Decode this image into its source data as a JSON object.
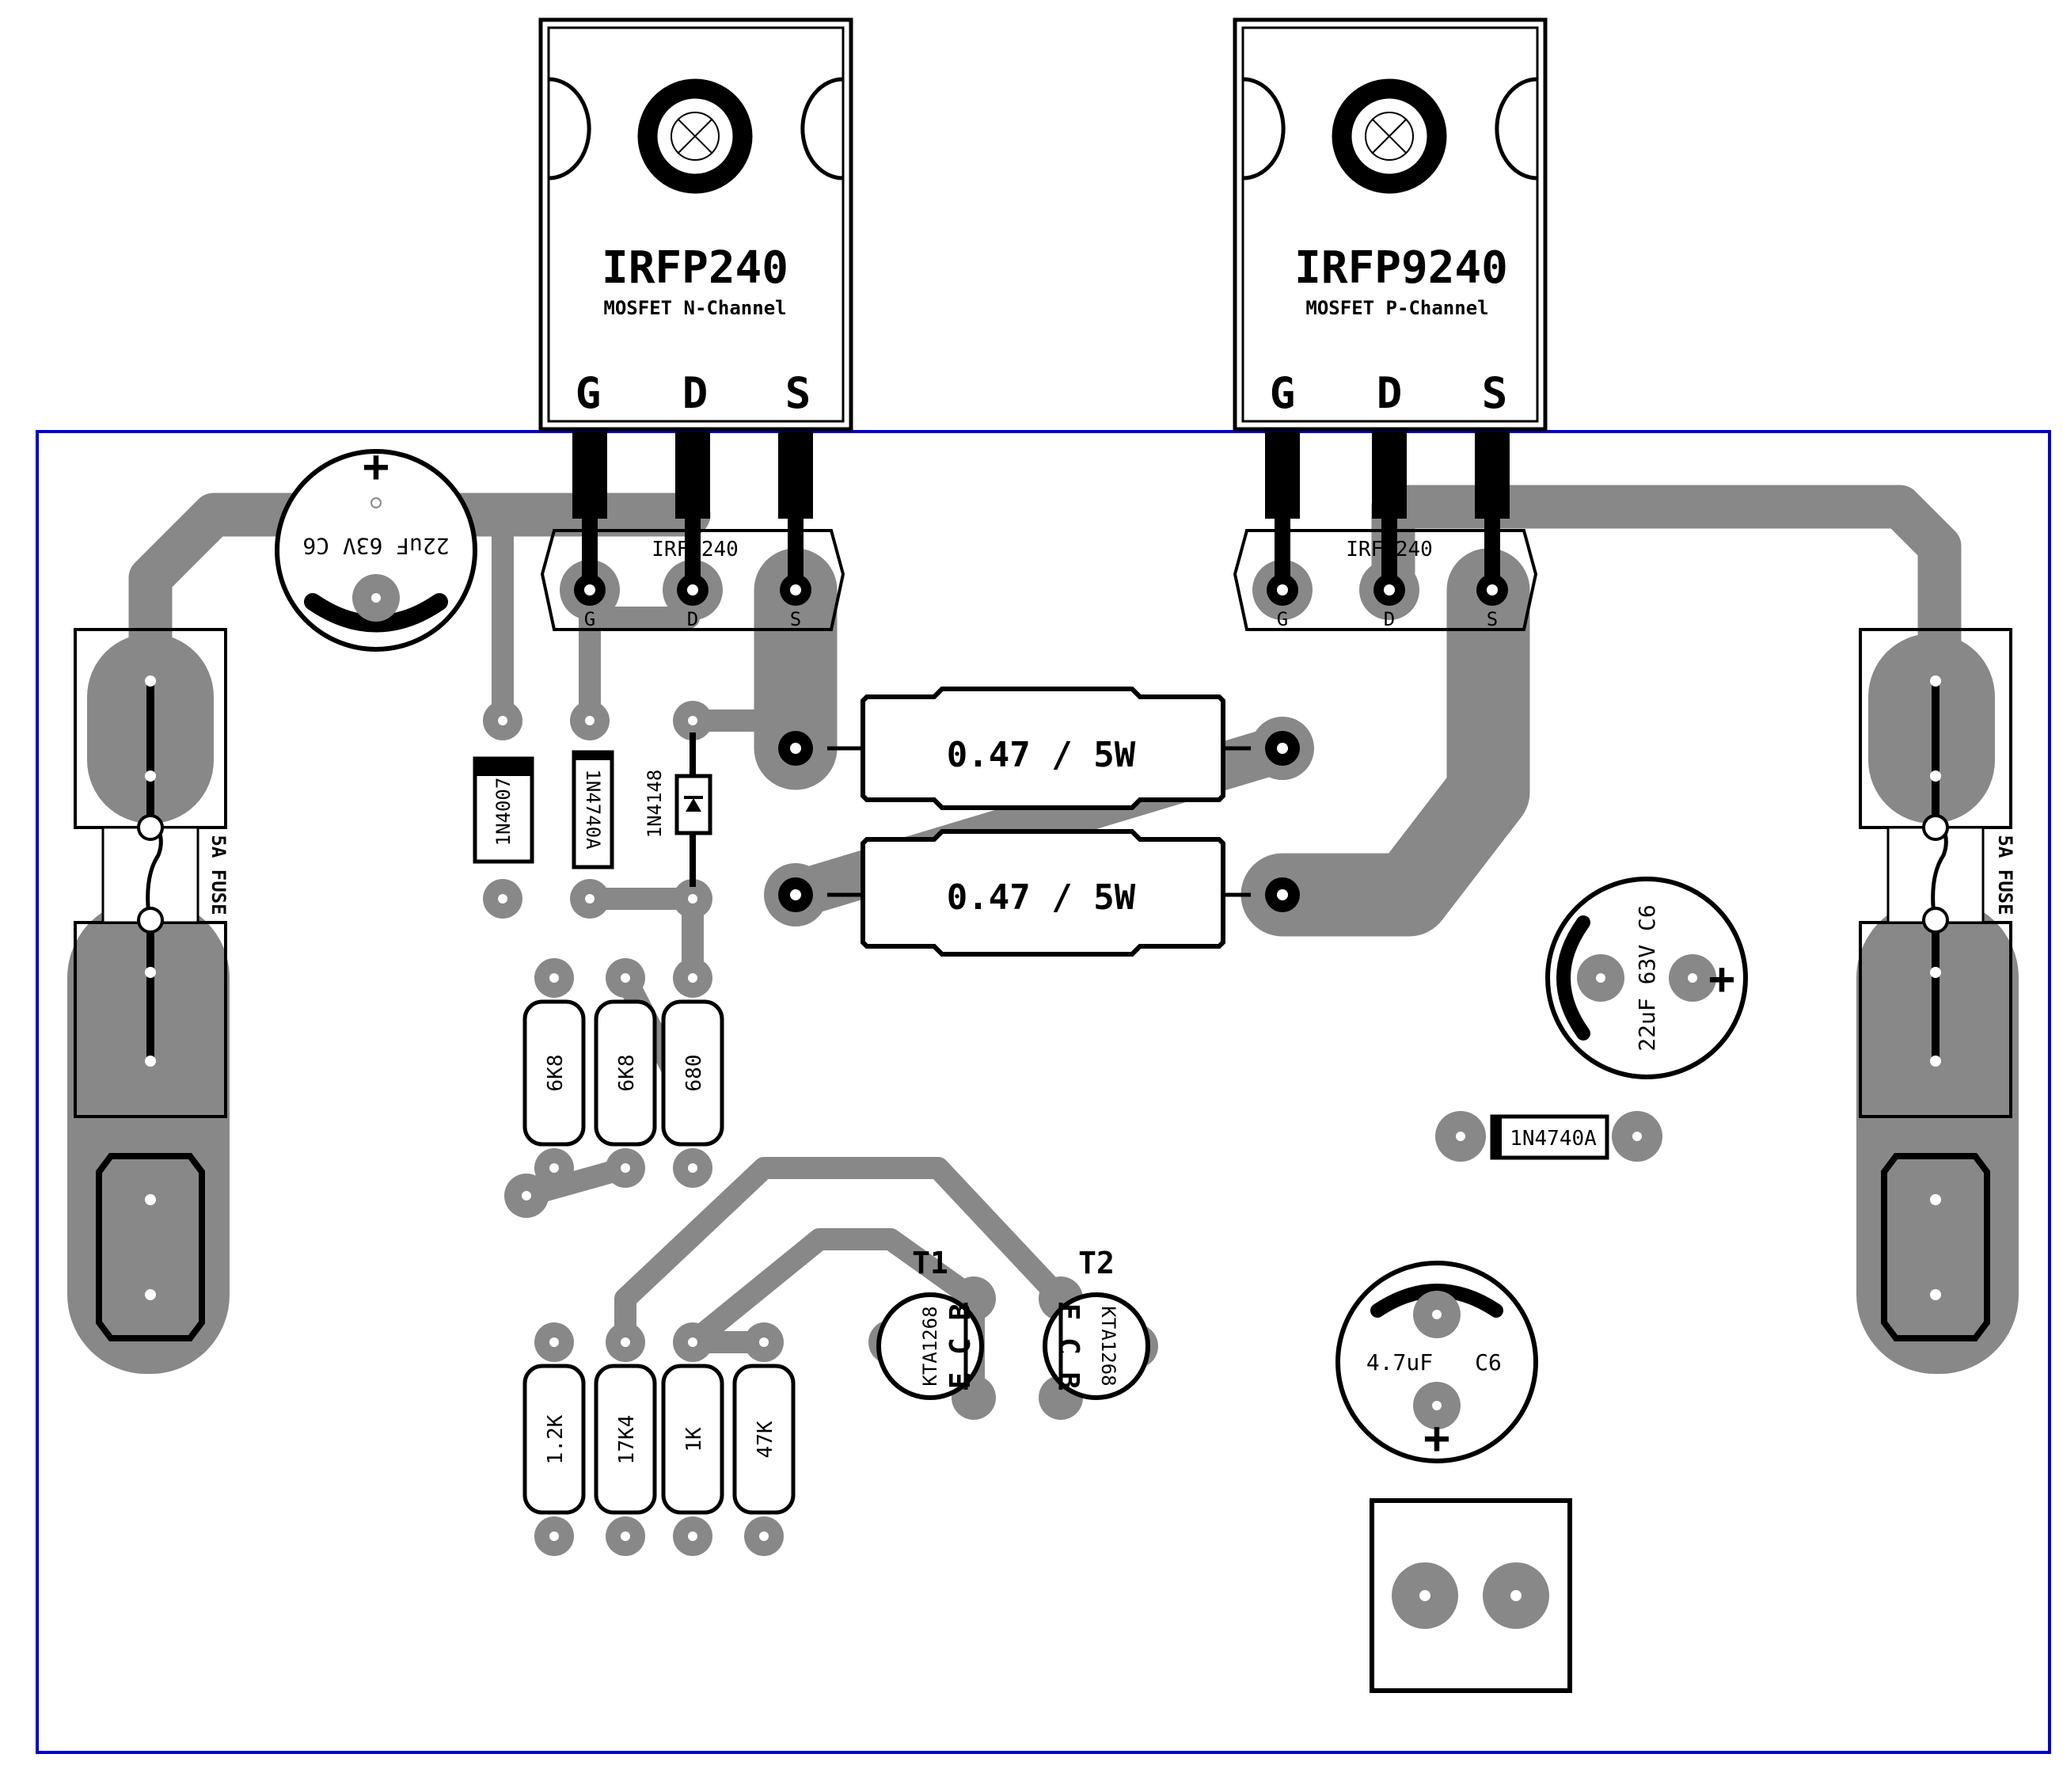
{
  "colors": {
    "board_outline": "#0000cc",
    "trace": "#888888",
    "ink": "#000000",
    "background": "#ffffff"
  },
  "mosfets": [
    {
      "part": "IRFP240",
      "desc": "MOSFET N-Channel",
      "pins": [
        "G",
        "D",
        "S"
      ],
      "footprint": "IRFP240"
    },
    {
      "part": "IRFP9240",
      "desc": "MOSFET P-Channel",
      "pins": [
        "G",
        "D",
        "S"
      ],
      "footprint": "IRFP240"
    }
  ],
  "power_resistors": [
    "0.47 / 5W",
    "0.47 / 5W"
  ],
  "caps": {
    "c_top_left": "22uF 63V C6",
    "c_right": "22uF 63V C6",
    "c_bottom": {
      "value": "4.7uF",
      "ref": "C6"
    }
  },
  "diodes": [
    "1N4007",
    "1N4740A",
    "1N4148",
    "1N4740A"
  ],
  "resistors_mid": [
    "6K8",
    "6K8",
    "680"
  ],
  "resistors_bottom": [
    "1.2K",
    "17K4",
    "1K",
    "47K"
  ],
  "transistors": [
    {
      "ref": "T1",
      "part": "KTA1268",
      "pins": "E C B"
    },
    {
      "ref": "T2",
      "part": "KTA1268",
      "pins": "E C B"
    }
  ],
  "fuses": [
    "5A FUSE",
    "5A FUSE"
  ],
  "plus_sign": "+"
}
